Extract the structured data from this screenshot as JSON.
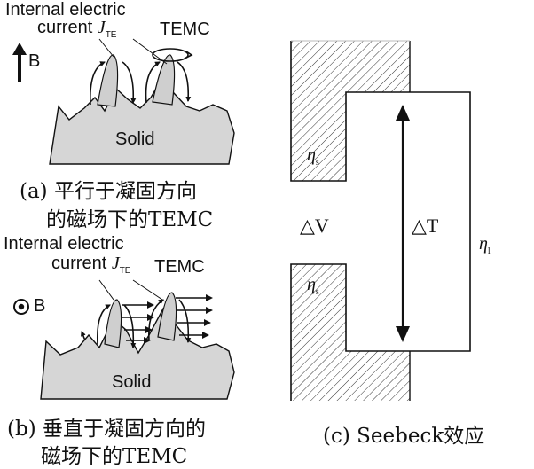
{
  "panel_a": {
    "label_line1": "Internal electric",
    "label_line2": "current ",
    "current_symbol": "J",
    "current_sub": "TE",
    "temc": "TEMC",
    "field": "B",
    "solid": "Solid",
    "caption_line1": "(a) 平行于凝固方向",
    "caption_line2": "的磁场下的TEMC"
  },
  "panel_b": {
    "label_line1": "Internal electric",
    "label_line2": "current ",
    "current_symbol": "J",
    "current_sub": "TE",
    "temc": "TEMC",
    "field": "B",
    "solid": "Solid",
    "caption_line1": "(b) 垂直于凝固方向的",
    "caption_line2": "磁场下的TEMC"
  },
  "panel_c": {
    "eta_symbol": "η",
    "eta_s_sub": "s",
    "eta_l_sub": "l",
    "delta_v": "△V",
    "delta_t": "△T",
    "caption": "(c) Seebeck效应"
  },
  "colors": {
    "solid_fill": "#d6d6d6",
    "line": "#111111",
    "hatch": "#333333"
  }
}
